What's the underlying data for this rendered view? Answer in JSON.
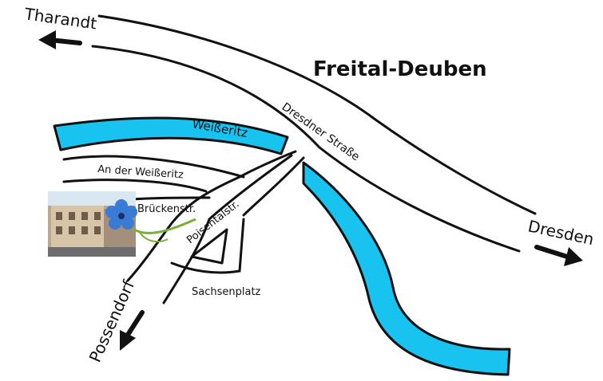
{
  "title": "Freital-Deuben",
  "labels": {
    "tharandt": "Tharandt",
    "dresden": "Dresden",
    "possendorf": "Possendorf",
    "dresdner_strasse": "Dresdner Straße",
    "weisseritz": "Weißeritz",
    "an_der_weisseritz": "An der Weißeritz",
    "brueckenstr": "Brückenstr.",
    "poisentalstr": "Poisentalstr.",
    "sachsenplatz": "Sachsenplatz"
  },
  "colors": {
    "river": "#18c3f0",
    "ink": "#111111",
    "flower": "#3a7bd5",
    "stem": "#7cae3a"
  },
  "icons": {
    "direction_arrows": "arrow-icon",
    "photo": "building-photo",
    "flower": "cornflower-icon"
  }
}
